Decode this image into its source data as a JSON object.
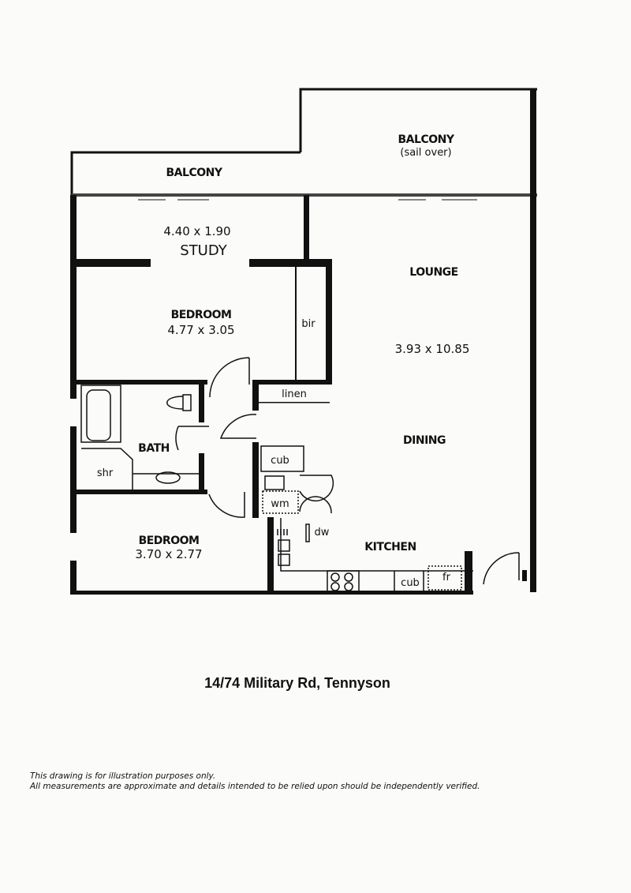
{
  "plan": {
    "rooms": {
      "balcony_sail": "BALCONY",
      "balcony_sail_note": "(sail over)",
      "balcony": "BALCONY",
      "study_dim": "4.40 x 1.90",
      "study": "STUDY",
      "lounge": "LOUNGE",
      "lounge_dim": "3.93 x 10.85",
      "bedroom1": "BEDROOM",
      "bedroom1_dim": "4.77 x 3.05",
      "bir": "bir",
      "linen": "linen",
      "bath": "BATH",
      "shr": "shr",
      "dining": "DINING",
      "cub1": "cub",
      "wm": "wm",
      "dw": "dw",
      "kitchen": "KITCHEN",
      "bedroom2": "BEDROOM",
      "bedroom2_dim": "3.70 x 2.77",
      "cub2": "cub",
      "fr": "fr"
    }
  },
  "address": "14/74 Military Rd, Tennyson",
  "disclaimer": {
    "line1": "This drawing is for illustration purposes only.",
    "line2": "All measurements are approximate and details intended to be relied upon should be independently verified."
  }
}
